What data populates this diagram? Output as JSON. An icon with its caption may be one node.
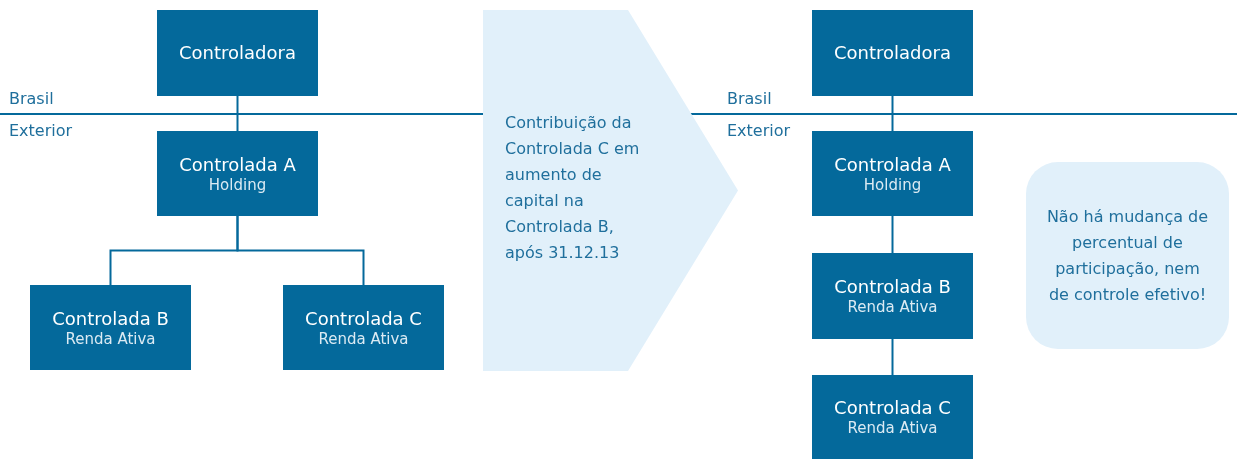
{
  "diagram": {
    "nodes": [
      {
        "text": [
          "Controladora"
        ]
      },
      {
        "text": [
          "Controlada A",
          "Holding"
        ]
      },
      {
        "text": [
          "Controlada B",
          "Renda Ativa"
        ]
      },
      {
        "text": [
          "Controlada C",
          "Renda Ativa"
        ]
      },
      {
        "text": [
          "Contribuição da Controlada C em aumento de capital na Controlada B, após 31.12.13"
        ]
      },
      {
        "text": [
          "Controladora"
        ]
      },
      {
        "text": [
          "Controlada A",
          "Holding"
        ]
      },
      {
        "text": [
          "Controlada B",
          "Renda Ativa"
        ]
      },
      {
        "text": [
          "Controlada C",
          "Renda Ativa"
        ]
      },
      {
        "text": [
          "Não há mudança de percentual de participação, nem de controle efetivo!"
        ]
      }
    ],
    "edges": [
      {
        "from": 0,
        "to": 1,
        "arrow": "none"
      },
      {
        "from": 1,
        "to": 2,
        "arrow": "none"
      },
      {
        "from": 1,
        "to": 3,
        "arrow": "none"
      },
      {
        "from": 5,
        "to": 6,
        "arrow": "none"
      },
      {
        "from": 6,
        "to": 7,
        "arrow": "none"
      },
      {
        "from": 7,
        "to": 8,
        "arrow": "none"
      }
    ],
    "labels": [
      "Brasil",
      "Exterior",
      "Brasil",
      "Exterior"
    ]
  }
}
